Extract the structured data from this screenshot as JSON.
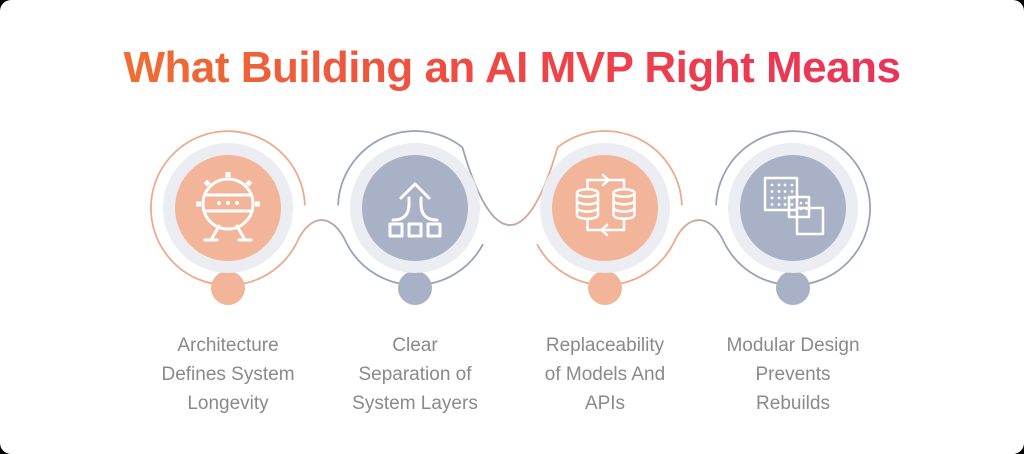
{
  "title": {
    "text": "What Building an AI MVP Right Means",
    "gradient_start": "#ef7a2c",
    "gradient_mid": "#ee4546",
    "gradient_end": "#e72d62"
  },
  "colors": {
    "background": "#ffffff",
    "frame_corners": "#000000",
    "halo": "#ecedf2",
    "ring_salmon": "#edaa8c",
    "ring_slate": "#9aa2b8",
    "icon_stroke": "#ffffff",
    "label_gray": "#8a8a8c"
  },
  "steps": [
    {
      "label": "Architecture\nDefines System\nLongevity",
      "icon": "robot-gear-icon",
      "disc_color": "#f3b59a",
      "pin_color": "#f3b59a",
      "ring_color": "#edaa8c"
    },
    {
      "label": "Clear\nSeparation of\nSystem Layers",
      "icon": "merge-arrow-icon",
      "disc_color": "#a9b1c7",
      "pin_color": "#a9b1c7",
      "ring_color": "#9aa2b8"
    },
    {
      "label": "Replaceability\nof Models And\nAPIs",
      "icon": "database-sync-icon",
      "disc_color": "#f3b59a",
      "pin_color": "#f3b59a",
      "ring_color": "#edaa8c"
    },
    {
      "label": "Modular Design\nPrevents\nRebuilds",
      "icon": "modular-blocks-icon",
      "disc_color": "#a9b1c7",
      "pin_color": "#a9b1c7",
      "ring_color": "#9aa2b8"
    }
  ]
}
